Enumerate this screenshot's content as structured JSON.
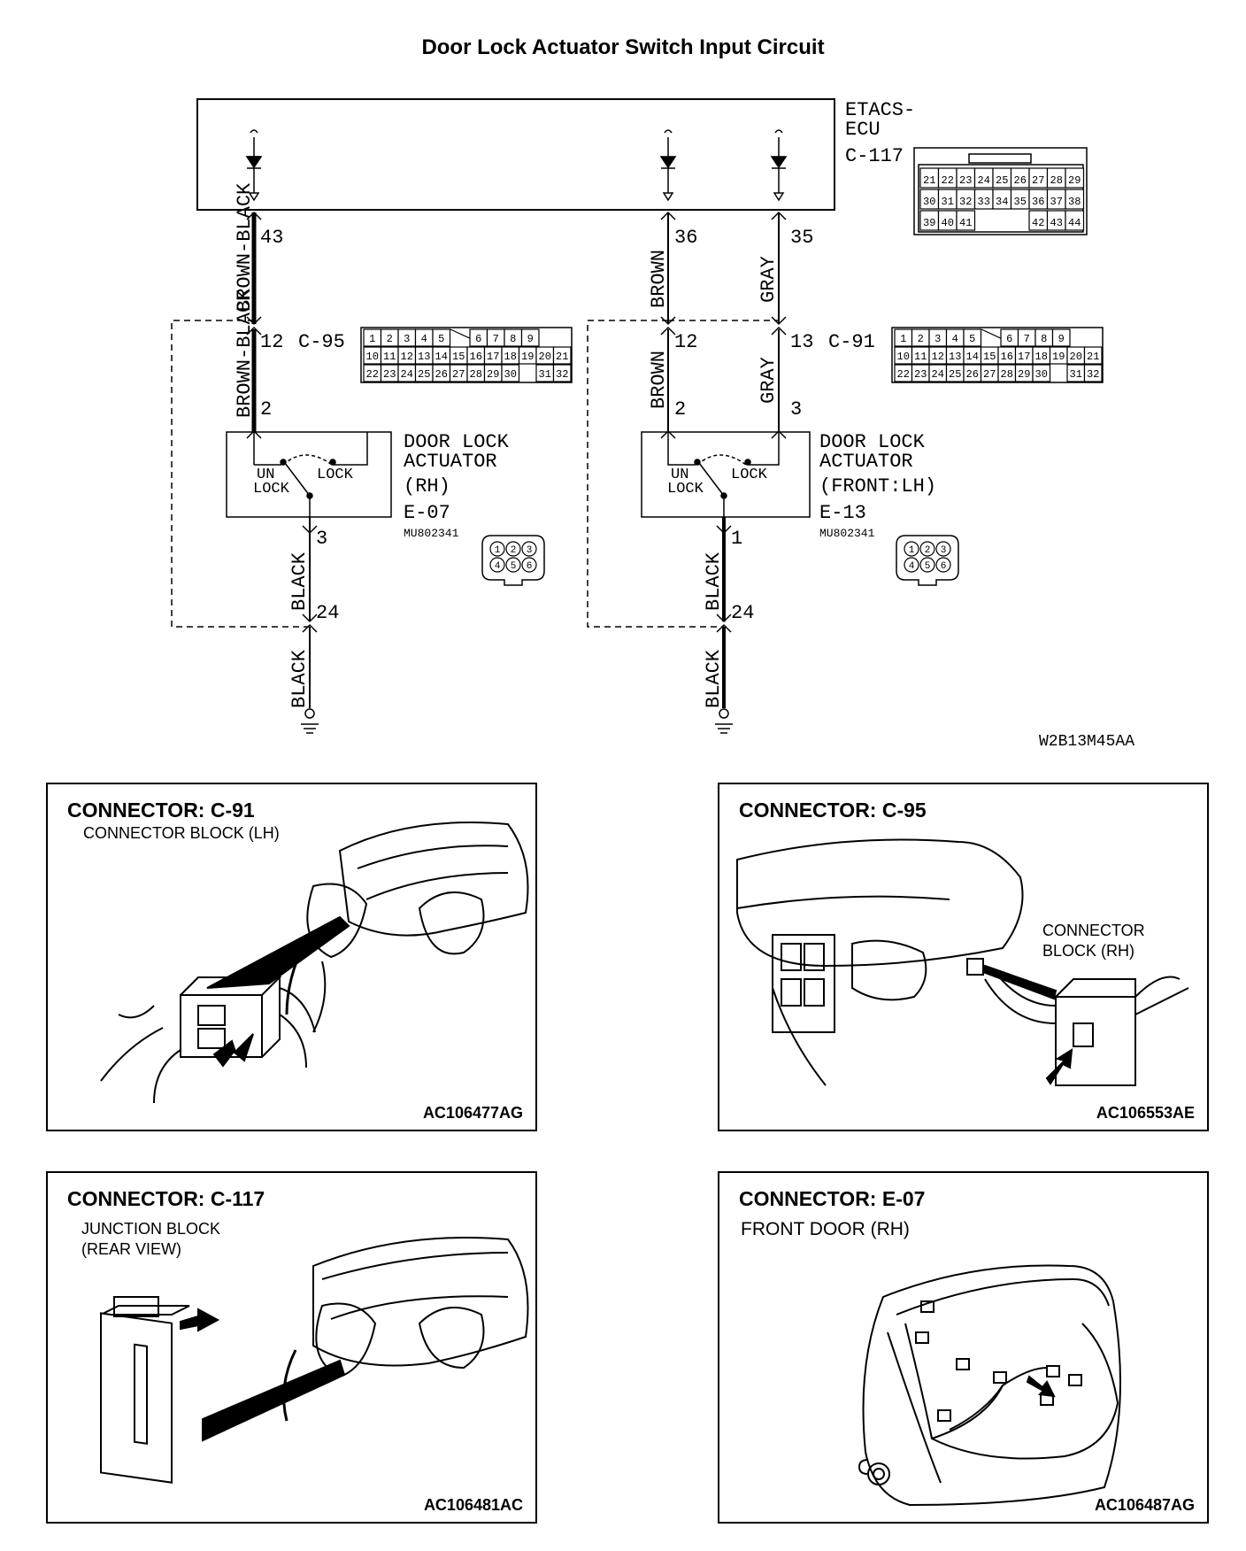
{
  "title": "Door Lock Actuator Switch Input Circuit",
  "ecu": {
    "name_line1": "ETACS-",
    "name_line2": "ECU",
    "connector": "C-117",
    "pins_row1": [
      "21",
      "22",
      "23",
      "24",
      "25",
      "26",
      "27",
      "28",
      "29"
    ],
    "pins_row2": [
      "30",
      "31",
      "32",
      "33",
      "34",
      "35",
      "36",
      "37",
      "38"
    ],
    "pins_row3": [
      "39",
      "40",
      "41",
      "42",
      "43",
      "44"
    ]
  },
  "circuit_left": {
    "ecu_pin": "43",
    "wire_upper": "BROWN-BLACK",
    "junction_pin_in": "12",
    "junction_connector": "C-95",
    "wire_mid": "BROWN-BLACK",
    "actuator_pin_in": "2",
    "actuator_title": [
      "DOOR LOCK",
      "ACTUATOR",
      "(RH)"
    ],
    "switch_unlock": [
      "UN",
      "LOCK"
    ],
    "switch_lock": "LOCK",
    "actuator_connector": "E-07",
    "part_number": "MU802341",
    "actuator_pin_out": "3",
    "wire_lower": "BLACK",
    "junction_pin_out": "24",
    "wire_ground": "BLACK"
  },
  "circuit_right": {
    "ecu_pin_a": "36",
    "ecu_pin_b": "35",
    "wire_a_upper": "BROWN",
    "wire_b_upper": "GRAY",
    "junction_pin_a": "12",
    "junction_pin_b": "13",
    "junction_connector": "C-91",
    "wire_a_mid": "BROWN",
    "wire_b_mid": "GRAY",
    "actuator_pin_a": "2",
    "actuator_pin_b": "3",
    "actuator_title": [
      "DOOR LOCK",
      "ACTUATOR",
      "(FRONT:LH)"
    ],
    "switch_unlock": [
      "UN",
      "LOCK"
    ],
    "switch_lock": "LOCK",
    "actuator_connector": "E-13",
    "part_number": "MU802341",
    "actuator_pin_out": "1",
    "wire_lower": "BLACK",
    "junction_pin_out": "24",
    "wire_ground": "BLACK"
  },
  "junction_pins": {
    "row1a": [
      "1",
      "2",
      "3",
      "4",
      "5"
    ],
    "row1b": [
      "6",
      "7",
      "8",
      "9"
    ],
    "row2": [
      "10",
      "11",
      "12",
      "13",
      "14",
      "15",
      "16",
      "17",
      "18",
      "19",
      "20",
      "21"
    ],
    "row3a": [
      "22",
      "23"
    ],
    "row3b": [
      "24",
      "25",
      "26",
      "27",
      "28",
      "29",
      "30"
    ],
    "row3c": [
      "31",
      "32"
    ]
  },
  "six_pin_connector": [
    "1",
    "2",
    "3",
    "4",
    "5",
    "6"
  ],
  "diagram_code": "W2B13M45AA",
  "panels": [
    {
      "title": "CONNECTOR: C-91",
      "sub": [
        "CONNECTOR BLOCK (LH)"
      ],
      "code": "AC106477AG"
    },
    {
      "title": "CONNECTOR: C-95",
      "sub": [
        "CONNECTOR",
        "BLOCK (RH)"
      ],
      "code": "AC106553AE"
    },
    {
      "title": "CONNECTOR: C-117",
      "sub": [
        "JUNCTION BLOCK",
        "(REAR VIEW)"
      ],
      "code": "AC106481AC"
    },
    {
      "title": "CONNECTOR: E-07",
      "sub": [
        "FRONT DOOR (RH)"
      ],
      "code": "AC106487AG"
    }
  ]
}
